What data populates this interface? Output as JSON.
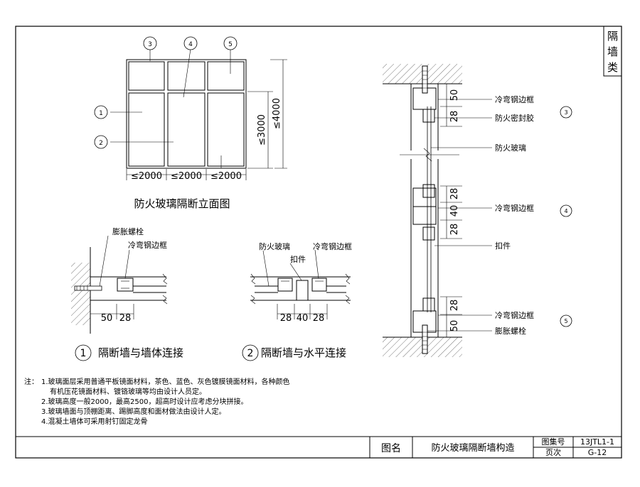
{
  "side_tab": [
    "隔",
    "墙",
    "类"
  ],
  "elevation": {
    "bubbles": [
      "3",
      "4",
      "5",
      "1",
      "2"
    ],
    "widths": [
      "≤2000",
      "≤2000",
      "≤2000"
    ],
    "heights": [
      "≤3000",
      "≤4000"
    ],
    "caption": "防火玻璃隔断立面图"
  },
  "detail1": {
    "labels": {
      "anchor": "膨胀螺栓",
      "frame": "冷弯钢边框"
    },
    "dims": [
      "50",
      "28"
    ],
    "num": "1",
    "title": "隔断墙与墙体连接"
  },
  "detail2": {
    "labels": {
      "glass": "防火玻璃",
      "frame": "冷弯钢边框",
      "clip": "扣件"
    },
    "dims": [
      "28",
      "40",
      "28"
    ],
    "num": "2",
    "title": "隔断墙与水平连接"
  },
  "section": {
    "dims_top": [
      "50",
      "28"
    ],
    "dims_mid": [
      "28",
      "40",
      "28"
    ],
    "dims_bottom": [
      "28",
      "50"
    ],
    "labels": {
      "frame_top": "冷弯钢边框",
      "sealant": "防火密封胶",
      "glass": "防火玻璃",
      "frame_mid": "冷弯钢边框",
      "clip": "扣件",
      "frame_bottom": "冷弯钢边框",
      "anchor": "膨胀螺栓"
    },
    "bubbles": [
      "3",
      "4",
      "5"
    ]
  },
  "notes": {
    "prefix": "注：",
    "lines": [
      "1.玻璃面层采用普通平板镜面材料，茶色、蓝色、灰色镀膜镜面材料，各种颜色",
      "有机压花镜面材料、镀铬玻璃等均由设计人员定。",
      "2.玻璃高度一般2000，最高2500，超高时设计应考虑分块拼接。",
      "3.玻璃墙面与顶棚距离、踢脚高度和面材做法由设计人定。",
      "4.混凝土墙体可采用射钉固定龙骨"
    ]
  },
  "title_block": {
    "name_label": "图名",
    "drawing_title": "防火玻璃隔断墙构造",
    "atlas_label": "图集号",
    "atlas_no": "13JTL1-1",
    "page_label": "页次",
    "page_no": "G-12"
  }
}
